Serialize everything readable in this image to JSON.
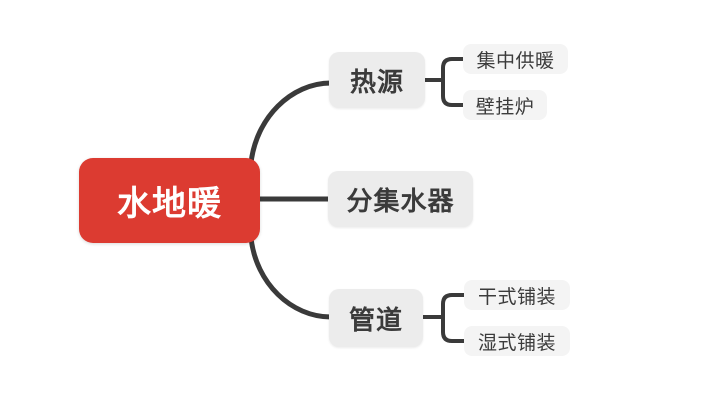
{
  "colors": {
    "root_bg": "#DC3B31",
    "root_text": "#FFFFFF",
    "branch_bg": "#ECECEC",
    "child_bg": "#F4F4F4",
    "node_text": "#3B3B3B",
    "line": "#3A3A3A",
    "background": "#FFFFFF"
  },
  "mindmap": {
    "root": {
      "label": "水地暖"
    },
    "branches": [
      {
        "label": "热源",
        "children": [
          {
            "label": "集中供暖"
          },
          {
            "label": "壁挂炉"
          }
        ]
      },
      {
        "label": "分集水器",
        "children": []
      },
      {
        "label": "管道",
        "children": [
          {
            "label": "干式铺装"
          },
          {
            "label": "湿式铺装"
          }
        ]
      }
    ]
  }
}
